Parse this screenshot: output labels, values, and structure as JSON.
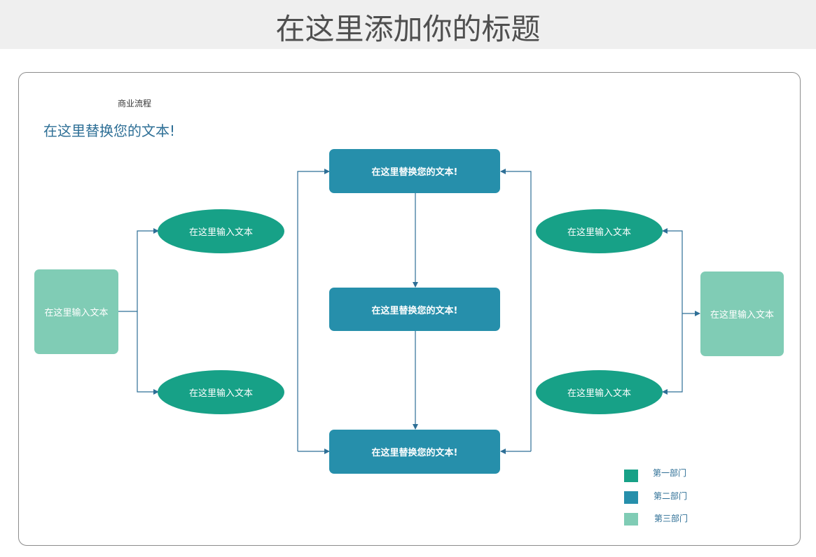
{
  "header": {
    "title": "在这里添加你的标题"
  },
  "diagram": {
    "process_label": "商业流程",
    "subtitle": "在这里替换您的文本!",
    "boxes": {
      "top": "在这里替换您的文本!",
      "middle": "在这里替换您的文本!",
      "bottom": "在这里替换您的文本!"
    },
    "ellipses": {
      "left_top": "在这里输入文本",
      "left_bottom": "在这里输入文本",
      "right_top": "在这里输入文本",
      "right_bottom": "在这里输入文本"
    },
    "side_boxes": {
      "left": "在这里输入文本",
      "right": "在这里输入文本"
    }
  },
  "legend": {
    "items": [
      {
        "label": "第一部门",
        "color": "#17a187"
      },
      {
        "label": "第二部门",
        "color": "#268fab"
      },
      {
        "label": "第三部门",
        "color": "#80ccb5"
      }
    ]
  },
  "colors": {
    "connector": "#2e6f96",
    "frame_border": "#8c8c8c",
    "title_bar": "#efefef"
  }
}
